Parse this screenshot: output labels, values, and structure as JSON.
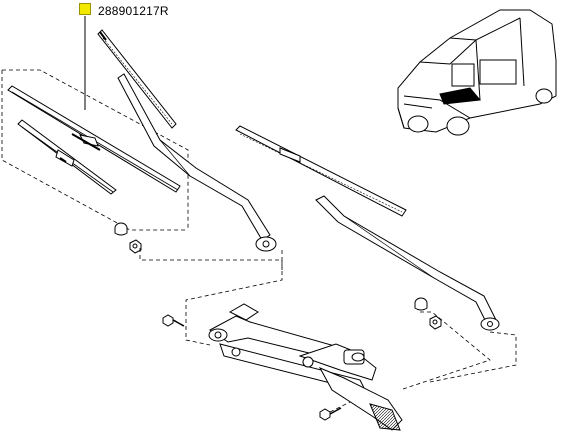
{
  "callout": {
    "part_number": "288901217R",
    "marker_color": "#f2e800"
  },
  "icons": [
    "wiper-blade-set",
    "wiper-blade-left",
    "wiper-blade-right",
    "wiper-arm-left",
    "wiper-arm-right",
    "wiper-linkage-motor",
    "van-vehicle",
    "cap",
    "nut",
    "bolt"
  ]
}
